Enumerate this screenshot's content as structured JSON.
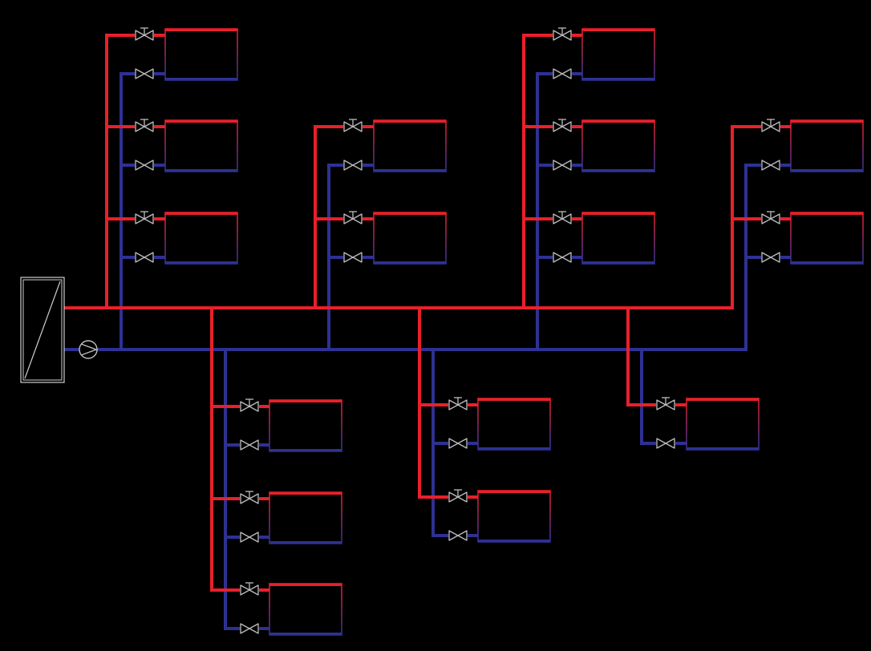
{
  "colors": {
    "background": "#000000",
    "supply": "#e8202a",
    "return": "#2e3192",
    "valve": "#bdbdbd",
    "outline": "#cfcfcf"
  },
  "legend_icons": {
    "boiler": "boiler-icon",
    "pump": "circulation-pump-icon",
    "thermostatic_valve": "thermostatic-valve-icon",
    "lockshield_valve": "lockshield-valve-icon",
    "radiator": "radiator-icon"
  },
  "system": {
    "main_supply": "supply-main",
    "main_return": "return-main",
    "branches": [
      {
        "id": "riser-1",
        "direction": "up",
        "radiators": 3
      },
      {
        "id": "riser-2",
        "direction": "up",
        "radiators": 2
      },
      {
        "id": "riser-3",
        "direction": "up",
        "radiators": 3
      },
      {
        "id": "riser-4",
        "direction": "up",
        "radiators": 2
      },
      {
        "id": "drop-1",
        "direction": "down",
        "radiators": 3
      },
      {
        "id": "drop-2",
        "direction": "down",
        "radiators": 2
      },
      {
        "id": "drop-3",
        "direction": "down",
        "radiators": 1
      }
    ]
  }
}
